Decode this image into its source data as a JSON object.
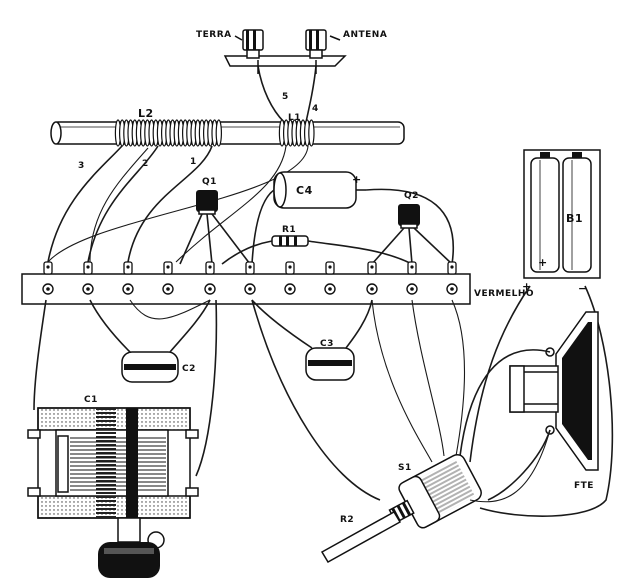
{
  "labels": {
    "terra": "TERRA",
    "antena": "ANTENA",
    "l2": "L2",
    "l1": "L1",
    "coil_tap_1": "1",
    "coil_tap_2": "2",
    "coil_tap_3": "3",
    "coil_tap_4": "4",
    "coil_tap_5": "5",
    "c4": "C4",
    "c4_plus": "+",
    "q1": "Q1",
    "q2": "Q2",
    "r1": "R1",
    "b1": "B1",
    "b1_plus": "+",
    "vermelho": "VERMELHO",
    "vermelho_plus": "+",
    "vermelho_minus": "−",
    "c2": "C2",
    "c3": "C3",
    "c1": "C1",
    "s1": "S1",
    "r2": "R2",
    "fte": "FTE"
  },
  "colors": {
    "ink": "#111111",
    "background": "#ffffff"
  }
}
